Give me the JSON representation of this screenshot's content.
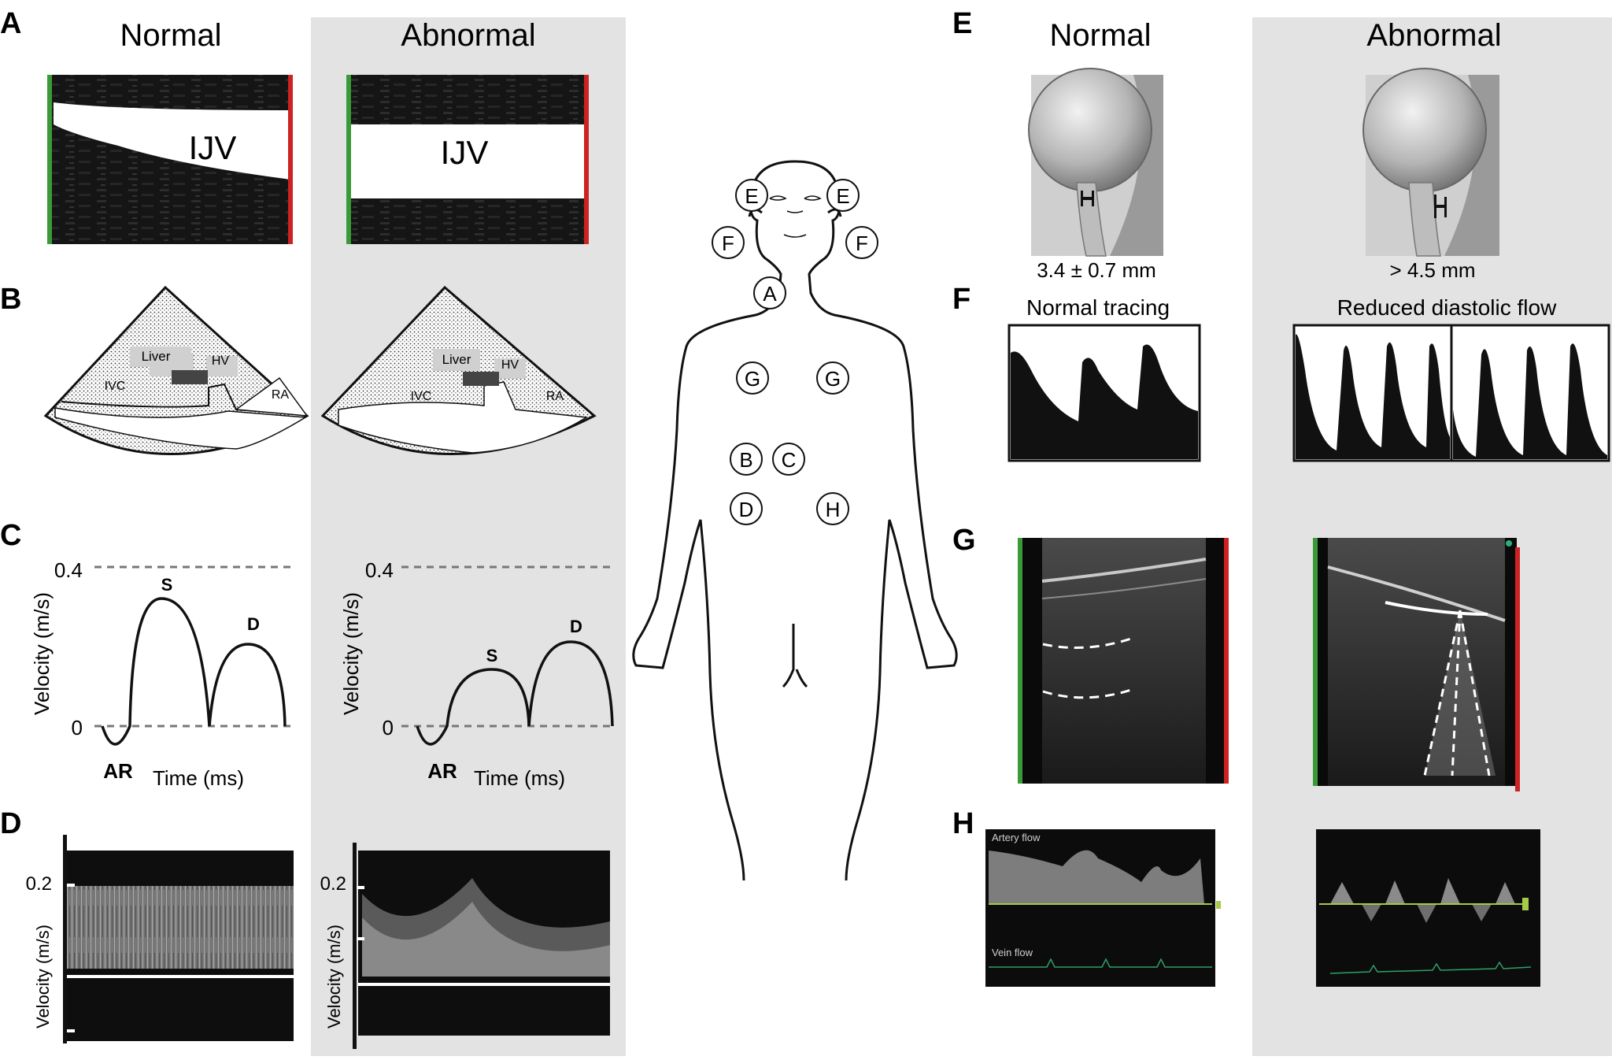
{
  "panels": {
    "A": "A",
    "B": "B",
    "C": "C",
    "D": "D",
    "E": "E",
    "F": "F",
    "G": "G",
    "H": "H"
  },
  "headers": {
    "left_normal": "Normal",
    "left_abnormal": "Abnormal",
    "right_normal": "Normal",
    "right_abnormal": "Abnormal"
  },
  "ijv": {
    "normal_label": "IJV",
    "abnormal_label": "IJV"
  },
  "hepatic": {
    "liver": "Liver",
    "hv": "HV",
    "ivc": "IVC",
    "ra": "RA"
  },
  "doppler_curve": {
    "ymax_label": "0.4",
    "yzero_label": "0",
    "ylabel": "Velocity (m/s)",
    "xlabel": "Time (ms)",
    "s": "S",
    "d": "D",
    "ar": "AR"
  },
  "spectral": {
    "tick_label": "0.2",
    "ylabel": "Velocity (m/s)"
  },
  "onsd": {
    "normal_value": "3.4 ± 0.7 mm",
    "abnormal_value": "> 4.5 mm"
  },
  "flow": {
    "normal_title": "Normal tracing",
    "abnormal_title": "Reduced diastolic flow"
  },
  "renal": {
    "artery_label": "Artery flow",
    "vein_label": "Vein flow"
  },
  "body_markers": {
    "e_left": "E",
    "e_right": "E",
    "f_left": "F",
    "f_right": "F",
    "a": "A",
    "g_left": "G",
    "g_right": "G",
    "b": "B",
    "c": "C",
    "d": "D",
    "h": "H"
  },
  "colors": {
    "abnormal_bg": "#e3e3e3",
    "left_bar": "#3a9a3a",
    "right_bar": "#cc2222",
    "scan_bg": "#0c0c0c",
    "dashed": "#777777"
  }
}
